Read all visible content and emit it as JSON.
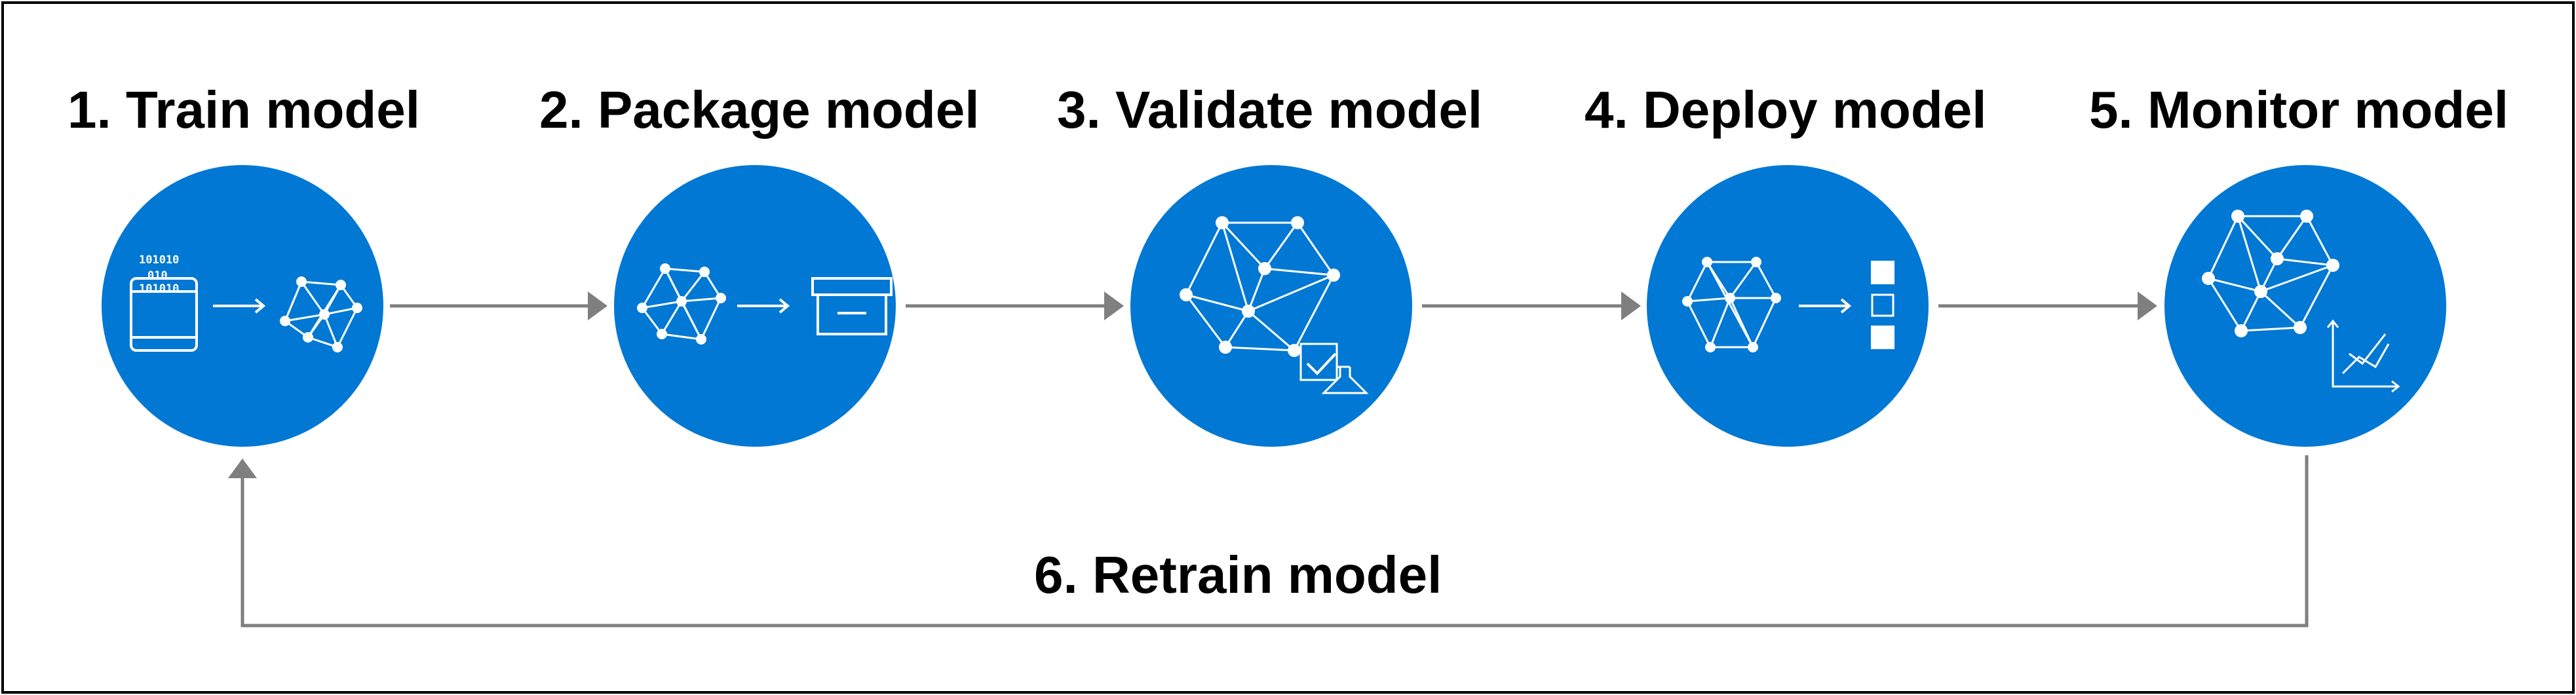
{
  "diagram": {
    "steps": [
      {
        "title": "1. Train model",
        "icon": "train-model-icon"
      },
      {
        "title": "2. Package model",
        "icon": "package-model-icon"
      },
      {
        "title": "3. Validate model",
        "icon": "validate-model-icon"
      },
      {
        "title": "4. Deploy model",
        "icon": "deploy-model-icon"
      },
      {
        "title": "5. Monitor model",
        "icon": "monitor-model-icon"
      }
    ],
    "loop_label": "6. Retrain model",
    "binary_top": "101010",
    "binary_mid": "010",
    "binary_low": "101010"
  },
  "colors": {
    "circle_fill": "#0078D4",
    "icon_stroke": "#FFFFFF",
    "arrow": "#7F7F7F",
    "frame_border": "#000000",
    "text": "#000000"
  }
}
